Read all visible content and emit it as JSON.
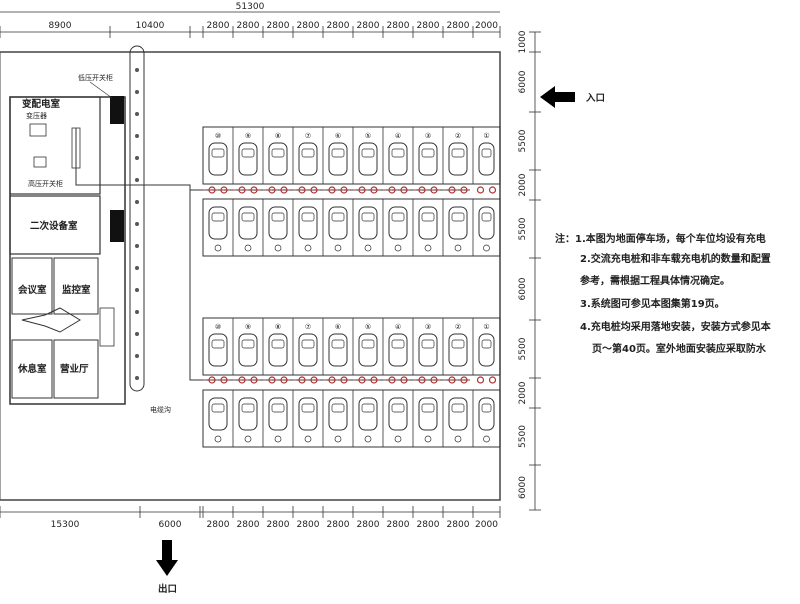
{
  "dimensions": {
    "overall": "51300",
    "top_left": [
      "8900",
      "10400"
    ],
    "top_bays": [
      "2800",
      "2800",
      "2800",
      "2800",
      "2800",
      "2800",
      "2800",
      "2800",
      "2800",
      "2000"
    ],
    "bottom_left": [
      "15300",
      "6000"
    ],
    "bottom_bays": [
      "2800",
      "2800",
      "2800",
      "2800",
      "2800",
      "2800",
      "2800",
      "2800",
      "2800",
      "2000"
    ],
    "right": [
      "1000",
      "6000",
      "5500",
      "2000",
      "5500",
      "6000",
      "5500",
      "2000",
      "5500",
      "6000"
    ]
  },
  "rooms": {
    "substation": "变配电室",
    "transformer": "变压器",
    "hv_switchgear": "高压开关柜",
    "lv_switchgear": "低压开关柜",
    "secondary_room": "二次设备室",
    "meeting_room": "会议室",
    "monitor_room": "监控室",
    "rest_room": "休息室",
    "business_hall": "营业厅"
  },
  "cable_trench": "电缆沟",
  "entrance": "入口",
  "exit": "出口",
  "row1_numbers": [
    "⑩",
    "⑨",
    "⑧",
    "⑦",
    "⑥",
    "⑤",
    "④",
    "③",
    "②",
    "①"
  ],
  "row2_numbers": [
    "⑩",
    "⑨",
    "⑧",
    "⑦",
    "⑥",
    "⑤",
    "④",
    "③",
    "②",
    "①"
  ],
  "notes": [
    "注：1.本图为地面停车场，每个车位均设有充电",
    "2.交流充电桩和非车载充电机的数量和配置",
    "参考，需根据工程具体情况确定。",
    "3.系统图可参见本图集第19页。",
    "4.充电桩均采用落地安装，安装方式参见本",
    "页～第40页。室外地面安装应采取防水"
  ]
}
